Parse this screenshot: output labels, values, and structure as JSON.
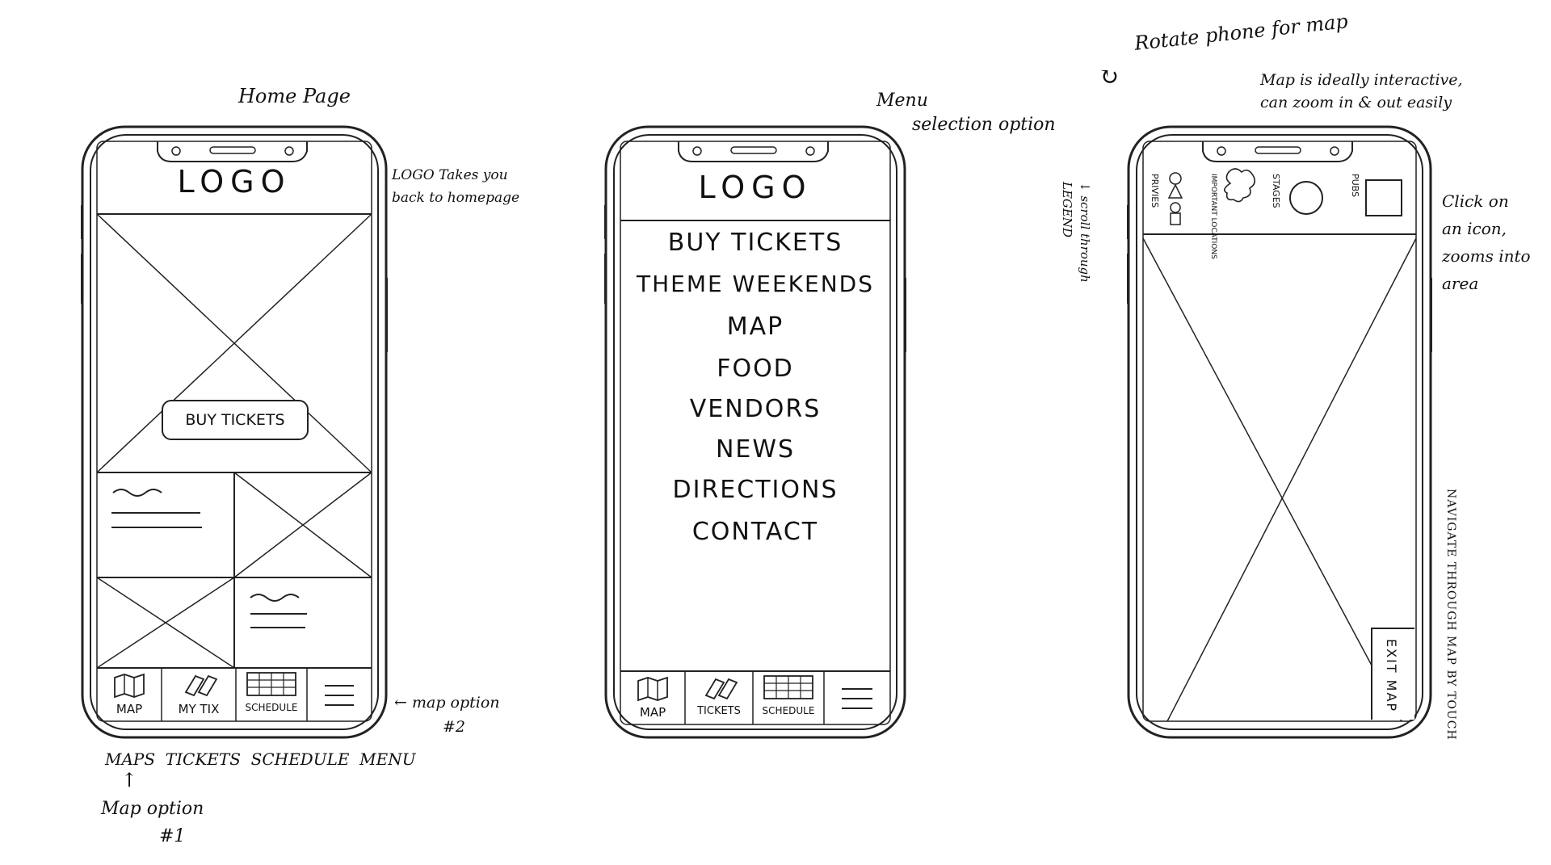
{
  "annotations": {
    "home_page": "Home Page",
    "logo_note_line1": "LOGO Takes you",
    "logo_note_line2": "back to homepage",
    "map_option_2_line1": "map option",
    "map_option_2_line2": "#2",
    "bottom_nav_line": "MAPS  TICKETS  SCHEDULE  MENU",
    "map_option_1_line1": "Map option",
    "map_option_1_line2": "#1",
    "menu_line1": "Menu",
    "menu_line2": "selection option",
    "rotate_phone": "Rotate phone for map",
    "map_interactive_line1": "Map is ideally interactive,",
    "map_interactive_line2": "can zoom in & out easily",
    "scroll_legend_line1": "scroll through",
    "scroll_legend_line2": "LEGEND",
    "click_icon_line1": "Click on",
    "click_icon_line2": "an icon,",
    "click_icon_line3": "zooms into",
    "click_icon_line4": "area",
    "navigate_map": "NAVIGATE THROUGH MAP BY TOUCH"
  },
  "home": {
    "logo": "LOGO",
    "buy_tickets": "BUY TICKETS",
    "nav": [
      "MAP",
      "MY TIX",
      "SCHEDULE"
    ]
  },
  "menu_screen": {
    "logo": "LOGO",
    "items": [
      "BUY TICKETS",
      "THEME WEEKENDS",
      "MAP",
      "FOOD",
      "VENDORS",
      "NEWS",
      "DIRECTIONS",
      "CONTACT"
    ],
    "nav": [
      "MAP",
      "TICKETS",
      "SCHEDULE"
    ]
  },
  "map_screen": {
    "legend": [
      "PRIVIES",
      "IMPORTANT LOCATIONS",
      "STAGES",
      "PUBS"
    ],
    "exit_map": "EXIT MAP"
  }
}
